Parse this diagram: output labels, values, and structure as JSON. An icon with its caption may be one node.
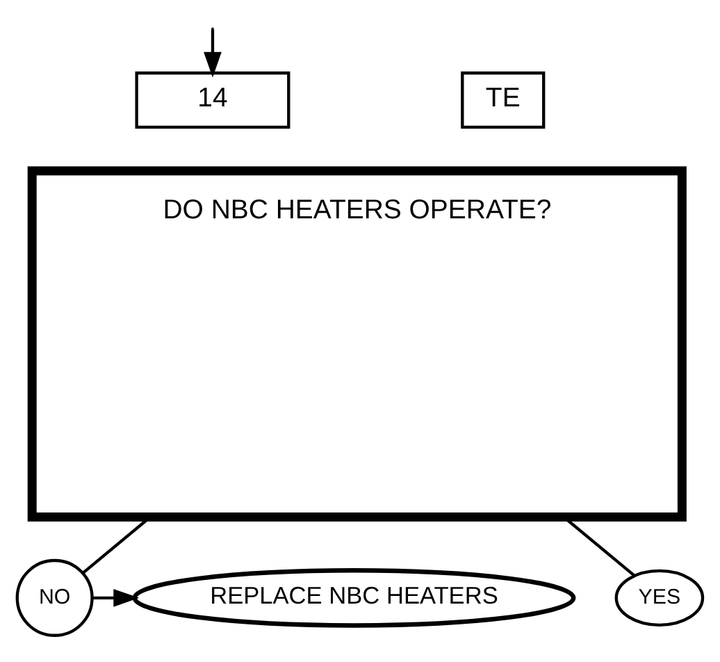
{
  "diagram": {
    "nodes": [
      {
        "text": [
          "14"
        ]
      },
      {
        "text": [
          "DO NBC HEATERS OPERATE?"
        ]
      },
      {
        "text": [
          "TE"
        ]
      },
      {
        "text": [
          "NO"
        ]
      },
      {
        "text": [
          "REPLACE NBC HEATERS"
        ]
      },
      {
        "text": [
          "YES"
        ]
      }
    ],
    "edges": [
      {
        "from": null,
        "to": 0,
        "arrow": "to"
      },
      {
        "from": 1,
        "to": 3,
        "arrow": "none"
      },
      {
        "from": 3,
        "to": 4,
        "arrow": "to"
      },
      {
        "from": 1,
        "to": 5,
        "arrow": "none"
      }
    ]
  }
}
